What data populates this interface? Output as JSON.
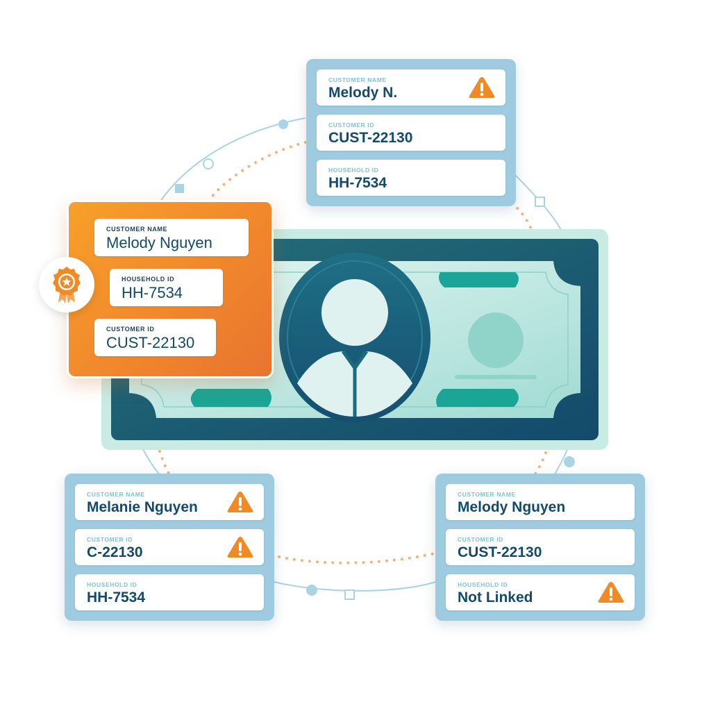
{
  "cards": {
    "top": {
      "fields": [
        {
          "label": "CUSTOMER NAME",
          "value": "Melody N.",
          "warning": true
        },
        {
          "label": "CUSTOMER ID",
          "value": "CUST-22130",
          "warning": false
        },
        {
          "label": "HOUSEHOLD ID",
          "value": "HH-7534",
          "warning": false
        }
      ]
    },
    "golden": {
      "fields": [
        {
          "label": "CUSTOMER NAME",
          "value": "Melody Nguyen"
        },
        {
          "label": "HOUSEHOLD ID",
          "value": "HH-7534"
        },
        {
          "label": "CUSTOMER ID",
          "value": "CUST-22130"
        }
      ],
      "badge_icon": "award-ribbon-icon"
    },
    "bottom_left": {
      "fields": [
        {
          "label": "CUSTOMER NAME",
          "value": "Melanie Nguyen",
          "warning": true
        },
        {
          "label": "CUSTOMER ID",
          "value": "C-22130",
          "warning": true
        },
        {
          "label": "HOUSEHOLD ID",
          "value": "HH-7534",
          "warning": false
        }
      ]
    },
    "bottom_right": {
      "fields": [
        {
          "label": "CUSTOMER NAME",
          "value": "Melody Nguyen",
          "warning": false
        },
        {
          "label": "CUSTOMER ID",
          "value": "CUST-22130",
          "warning": false
        },
        {
          "label": "HOUSEHOLD ID",
          "value": "Not Linked",
          "warning": true
        }
      ]
    }
  },
  "icons": {
    "warning": "warning-triangle-icon",
    "bill_portrait": "person-portrait-icon"
  },
  "colors": {
    "card_blue": "#9ecbe0",
    "accent_orange": "#f28a2c",
    "warning_orange": "#f08a24",
    "value_text": "#134a6a",
    "label_text": "#7cc3d6",
    "bill_dark": "#1b6477",
    "bill_light": "#c8ebe4",
    "bill_accent": "#1aa596"
  }
}
